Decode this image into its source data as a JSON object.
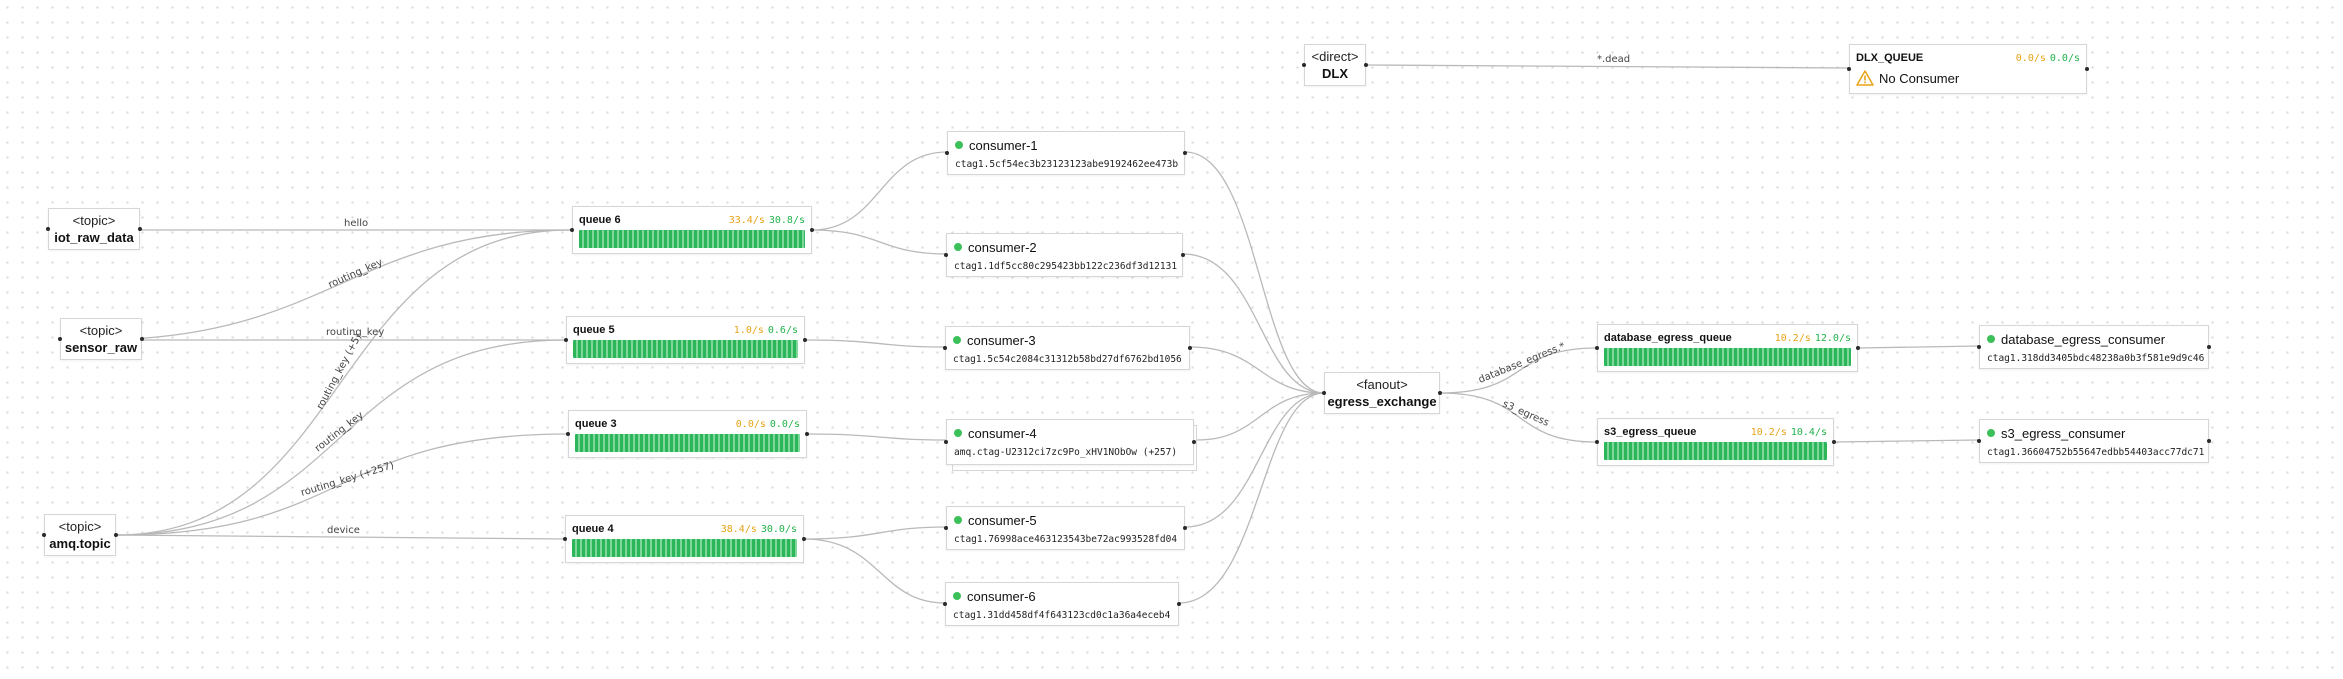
{
  "exchanges": {
    "iot_raw_data": {
      "type": "<topic>",
      "name": "iot_raw_data"
    },
    "sensor_raw": {
      "type": "<topic>",
      "name": "sensor_raw"
    },
    "amq_topic": {
      "type": "<topic>",
      "name": "amq.topic"
    },
    "egress": {
      "type": "<fanout>",
      "name": "egress_exchange"
    },
    "dlx": {
      "type": "<direct>",
      "name": "DLX"
    }
  },
  "queues": {
    "q6": {
      "name": "queue 6",
      "publish": "33.4/s",
      "deliver": "30.8/s"
    },
    "q5": {
      "name": "queue 5",
      "publish": "1.0/s",
      "deliver": "0.6/s"
    },
    "q3": {
      "name": "queue 3",
      "publish": "0.0/s",
      "deliver": "0.0/s"
    },
    "q4": {
      "name": "queue 4",
      "publish": "38.4/s",
      "deliver": "30.0/s"
    },
    "db": {
      "name": "database_egress_queue",
      "publish": "10.2/s",
      "deliver": "12.0/s"
    },
    "s3": {
      "name": "s3_egress_queue",
      "publish": "10.2/s",
      "deliver": "10.4/s"
    },
    "dlq": {
      "name": "DLX_QUEUE",
      "publish": "0.0/s",
      "deliver": "0.0/s",
      "status": "No Consumer"
    }
  },
  "consumers": {
    "c1": {
      "name": "consumer-1",
      "tag": "ctag1.5cf54ec3b23123123abe9192462ee473b"
    },
    "c2": {
      "name": "consumer-2",
      "tag": "ctag1.1df5cc80c295423bb122c236df3d12131"
    },
    "c3": {
      "name": "consumer-3",
      "tag": "ctag1.5c54c2084c31312b58bd27df6762bd1056"
    },
    "c4": {
      "name": "consumer-4",
      "tag": "amq.ctag-U2312ci7zc9Po_xHV1NObOw (+257)"
    },
    "c5": {
      "name": "consumer-5",
      "tag": "ctag1.76998ace463123543be72ac993528fd04"
    },
    "c6": {
      "name": "consumer-6",
      "tag": "ctag1.31dd458df4f643123cd0c1a36a4eceb4"
    },
    "db": {
      "name": "database_egress_consumer",
      "tag": "ctag1.318dd3405bdc48238a0b3f581e9d9c46"
    },
    "s3": {
      "name": "s3_egress_consumer",
      "tag": "ctag1.36604752b55647edbb54403acc77dc71"
    }
  },
  "edge_labels": {
    "hello": "hello",
    "routing_key_q6": "routing_key",
    "routing_key_q5": "routing_key",
    "routing_key_plus5": "routing_key (+5)",
    "routing_key_q5b": "routing_key",
    "routing_key_plus257": "routing_key (+257)",
    "device": "device",
    "dead": "*.dead",
    "database_egress": "database_egress.*",
    "s3_egress": "s3_egress"
  },
  "colors": {
    "publish_rate": "#e8a317",
    "deliver_rate": "#21b34b",
    "consumer_dot": "#3cc15a",
    "warning": "#e8a317"
  },
  "icons": {
    "consumer_status": "green-dot-icon",
    "warning": "warning-icon"
  }
}
